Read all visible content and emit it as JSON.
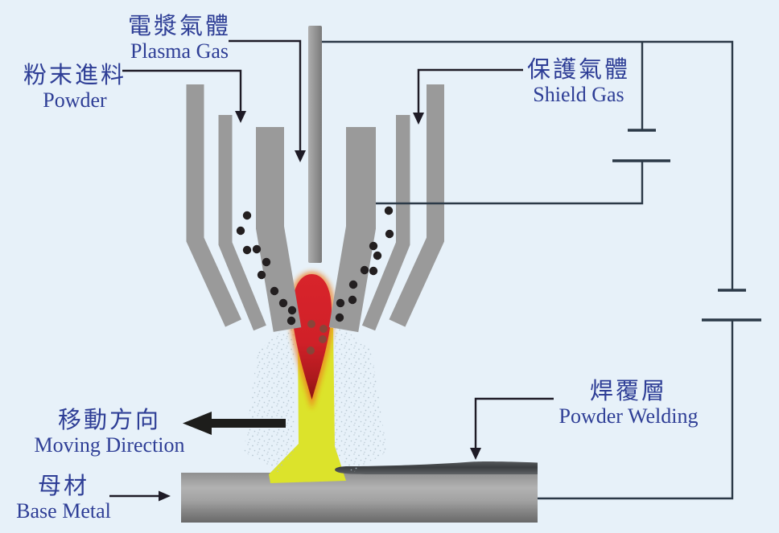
{
  "labels": {
    "plasma_gas": {
      "zh": "電漿氣體",
      "en": "Plasma Gas"
    },
    "powder": {
      "zh": "粉末進料",
      "en": "Powder"
    },
    "shield_gas": {
      "zh": "保護氣體",
      "en": "Shield Gas"
    },
    "moving_direction": {
      "zh": "移動方向",
      "en": "Moving Direction"
    },
    "powder_welding": {
      "zh": "焊覆層",
      "en": "Powder Welding"
    },
    "base_metal": {
      "zh": "母材",
      "en": "Base Metal"
    }
  },
  "colors": {
    "background": "#e7f1f9",
    "label_text": "#2e3e96",
    "metal_gray": "#9a9a9a",
    "circuit_line": "#2b3947",
    "leader_dark": "#1e1b26",
    "arrow_black": "#1d1d1b",
    "flame_red": "#d7242b",
    "flame_glow_orange": "#ee7d1c",
    "melt_yellow": "#dce32b",
    "powder_dot": "#231f20",
    "flame_particle": "#7d4b3c",
    "weld_layer_dark": "#3b3e41",
    "speckle": "#aebfca"
  }
}
